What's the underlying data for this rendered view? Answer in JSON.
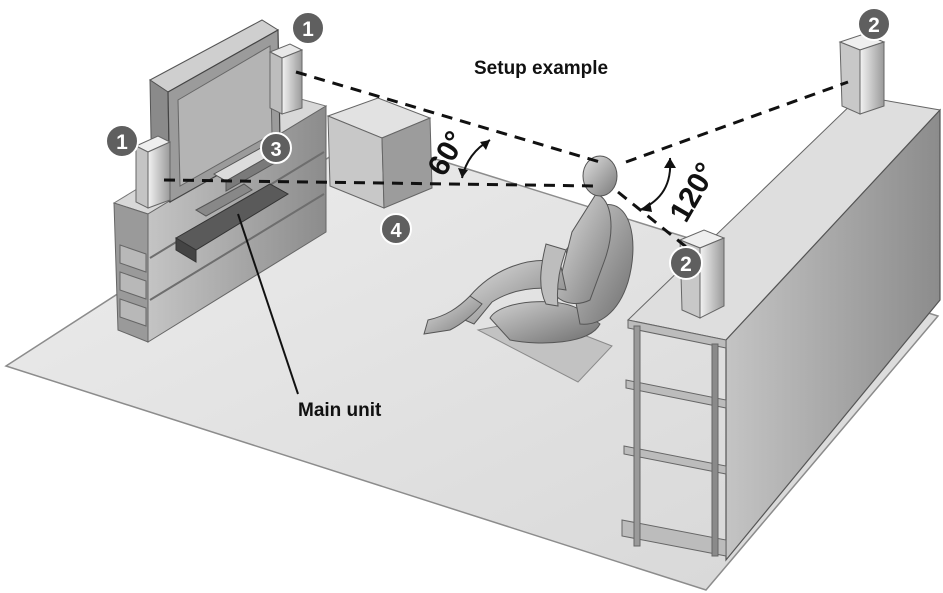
{
  "title": "Setup example",
  "main_unit_label": "Main unit",
  "angles": {
    "front": "60°",
    "surround": "120°"
  },
  "markers": {
    "front_left": "1",
    "front_right": "1",
    "surround_back": "2",
    "surround_front": "2",
    "center": "3",
    "subwoofer": "4"
  },
  "colors": {
    "floor": "#e6e6e6",
    "furniture": "#a8a8a8",
    "badge": "#5f5f5f",
    "line": "#111111"
  }
}
